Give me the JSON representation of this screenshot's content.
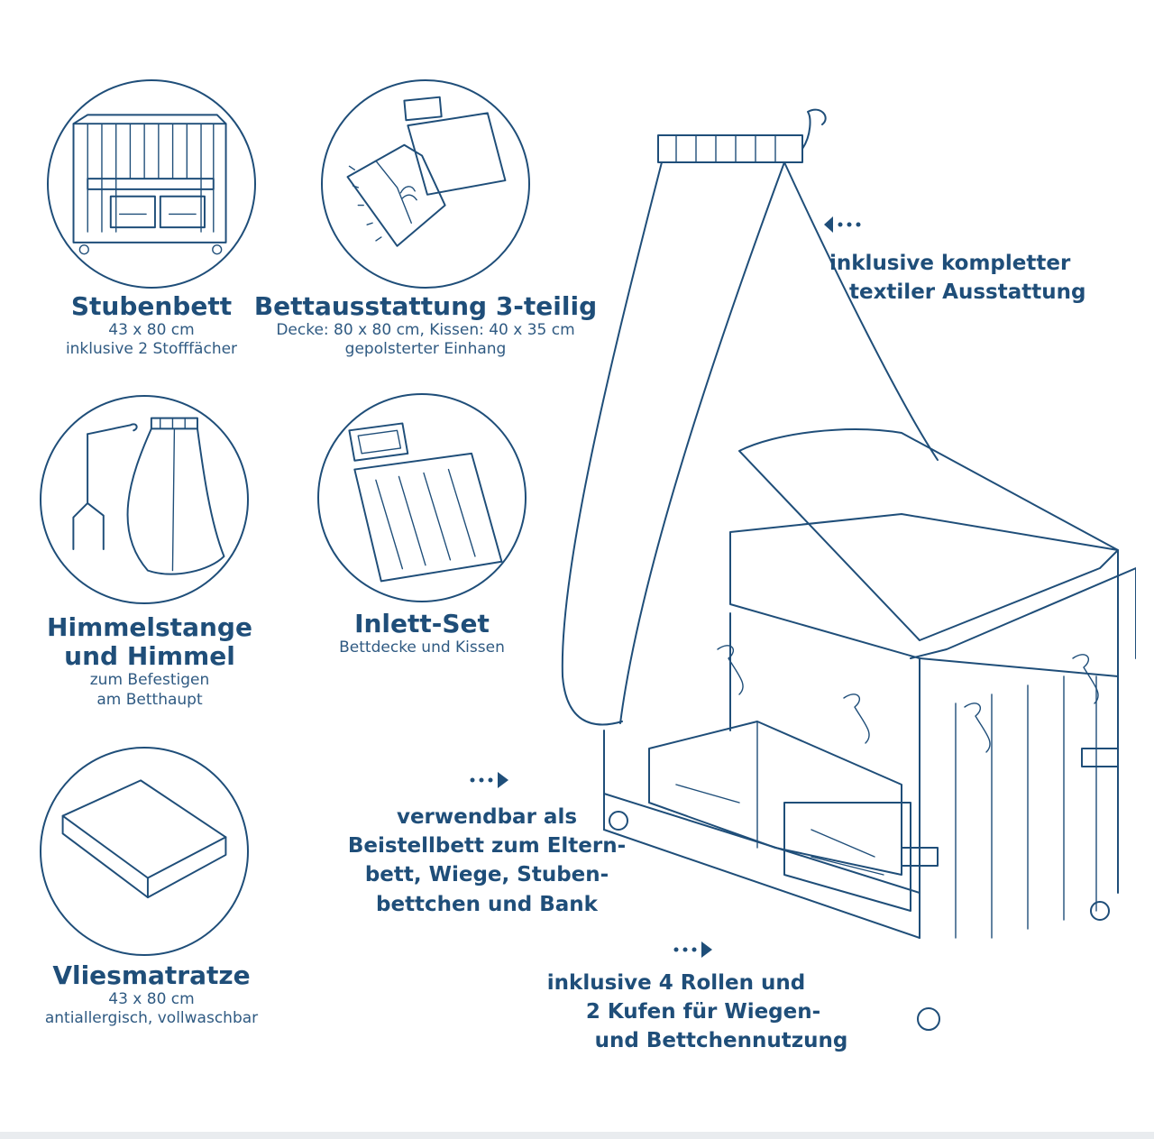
{
  "items": [
    {
      "title": "Stubenbett",
      "lines": [
        "43 x 80 cm",
        "inklusive 2 Stofffächer"
      ],
      "icon": "cot-with-drawers-icon"
    },
    {
      "title": "Bettausstattung 3-teilig",
      "lines": [
        "Decke: 80 x 80 cm, Kissen: 40 x 35 cm",
        "gepolsterter Einhang"
      ],
      "icon": "bedding-set-icon"
    },
    {
      "title_lines": [
        "Himmelstange",
        "und Himmel"
      ],
      "lines": [
        "zum Befestigen",
        "am Betthaupt"
      ],
      "icon": "canopy-rod-icon"
    },
    {
      "title": "Inlett-Set",
      "lines": [
        "Bettdecke und Kissen"
      ],
      "icon": "pillow-blanket-icon"
    },
    {
      "title": "Vliesmatratze",
      "lines": [
        "43 x 80 cm",
        "antiallergisch, vollwaschbar"
      ],
      "icon": "mattress-icon"
    }
  ],
  "callouts": {
    "textile": [
      "inklusive kompletter",
      "textiler Ausstattung"
    ],
    "usage": [
      "verwendbar als",
      "Beistellbett zum Eltern-",
      "bett, Wiege, Stuben-",
      "bettchen und Bank"
    ],
    "wheels": [
      "inklusive 4 Rollen und",
      "2 Kufen für Wiegen-",
      "und Bettchennutzung"
    ]
  },
  "colors": {
    "primary": "#1f4e79",
    "background": "#ffffff"
  }
}
